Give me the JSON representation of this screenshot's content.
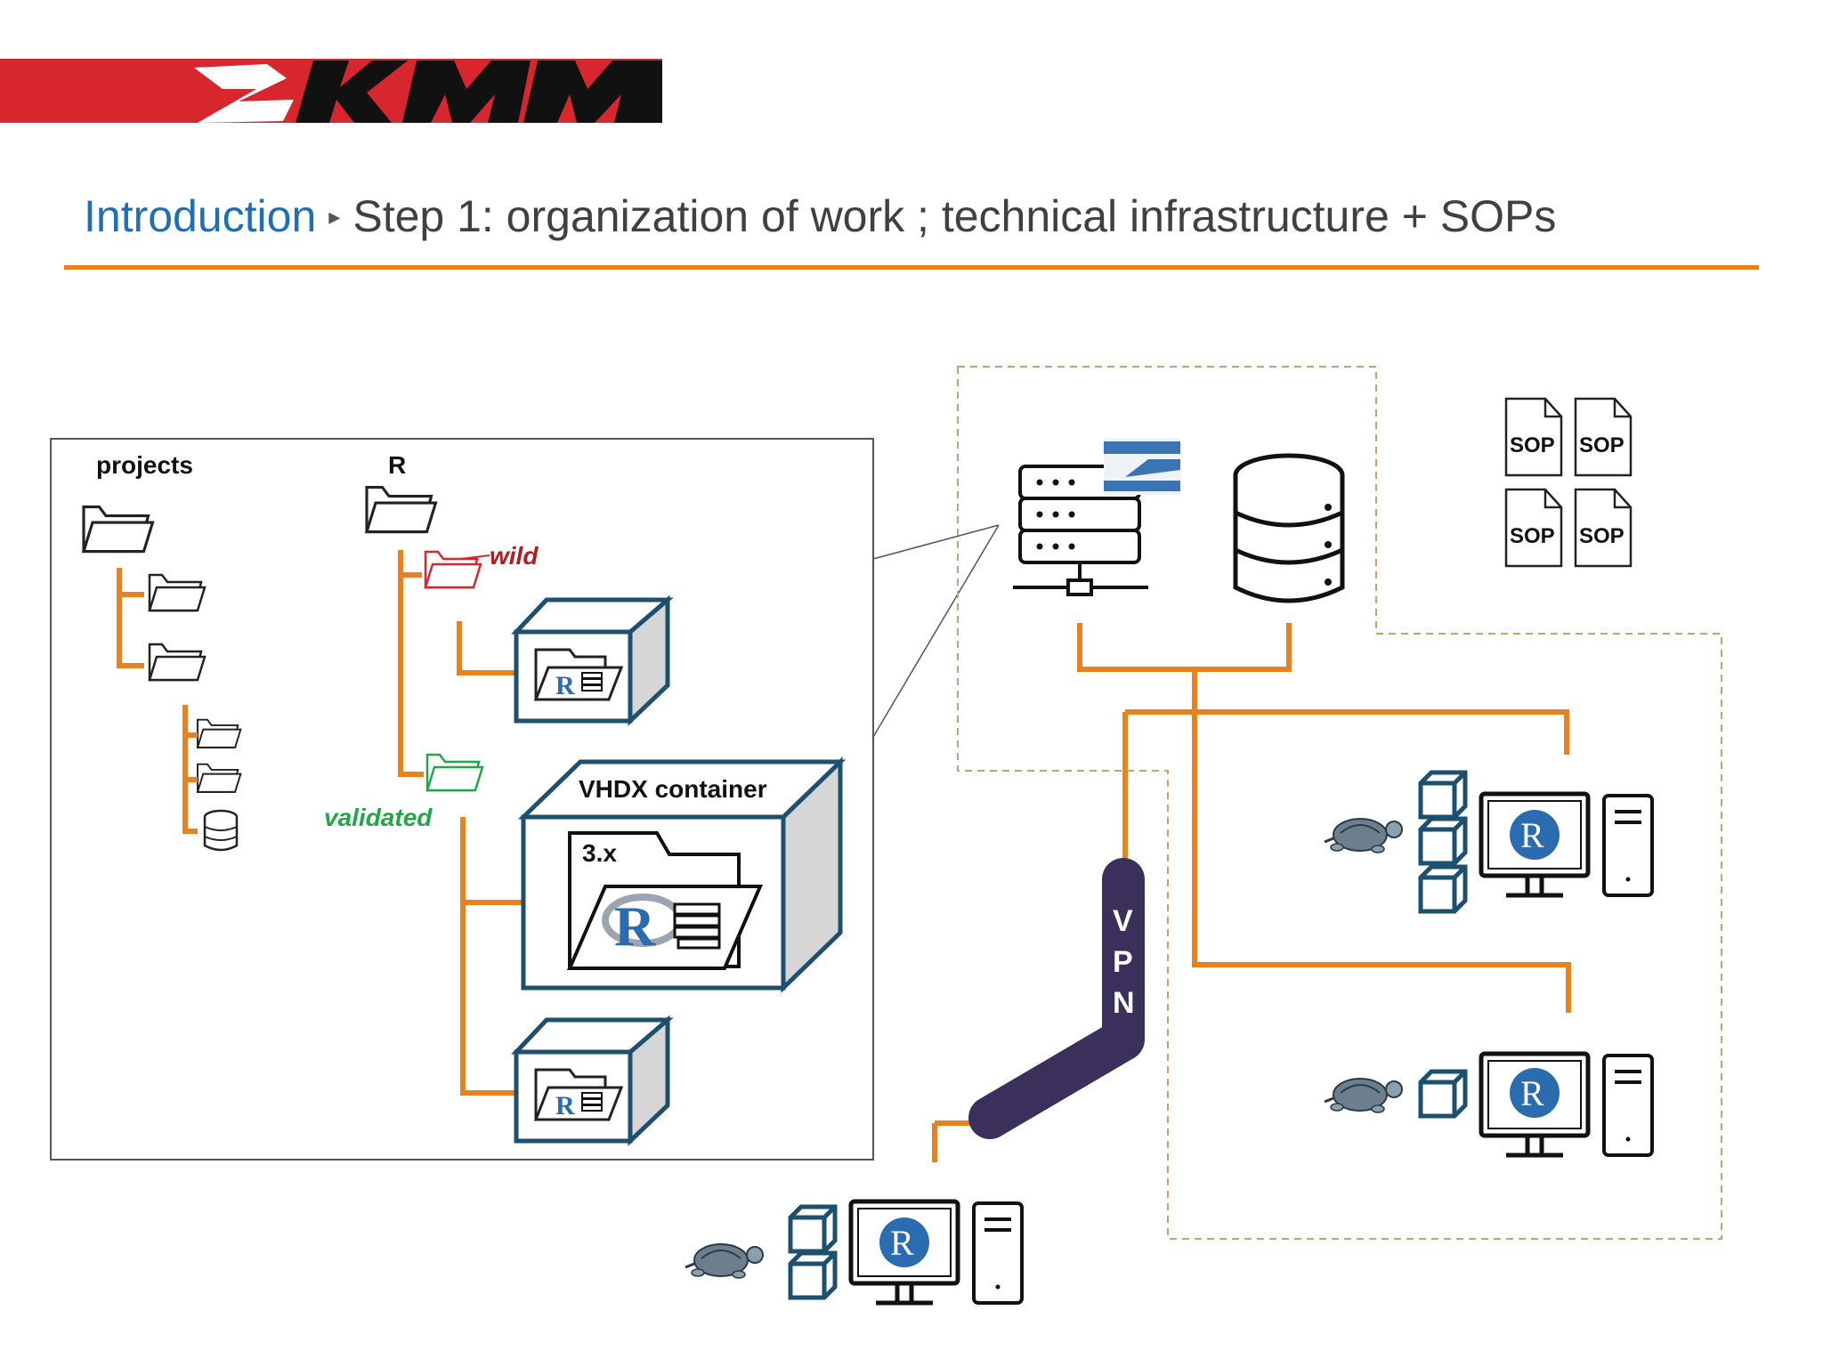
{
  "header": {
    "logo_text": "2KMM",
    "breadcrumb": "Introduction",
    "separator": "▸",
    "title": "Step 1: organization of work ; technical infrastructure + SOPs"
  },
  "colors": {
    "brand_red": "#d7262d",
    "accent_orange": "#e8821e",
    "navy": "#1d4f6e",
    "vpn_purple": "#3b2f5c",
    "wild_red": "#b01b22",
    "validated_green": "#23a64a",
    "r_blue": "#2b6cb0"
  },
  "diagram": {
    "folders": {
      "projects_label": "projects",
      "r_label": "R",
      "wild_label": "wild",
      "validated_label": "validated"
    },
    "container": {
      "title": "VHDX container",
      "version": "3.x",
      "r_logo": "R"
    },
    "sop_labels": [
      "SOP",
      "SOP",
      "SOP",
      "SOP"
    ],
    "vpn_letters": [
      "V",
      "P",
      "N"
    ],
    "workstation_r_logo": "R",
    "icons": [
      "folder-icon",
      "database-icon",
      "server-icon",
      "turtle-icon",
      "monitor-icon",
      "pc-tower-icon",
      "cube-icon",
      "document-icon",
      "books-icon"
    ]
  }
}
